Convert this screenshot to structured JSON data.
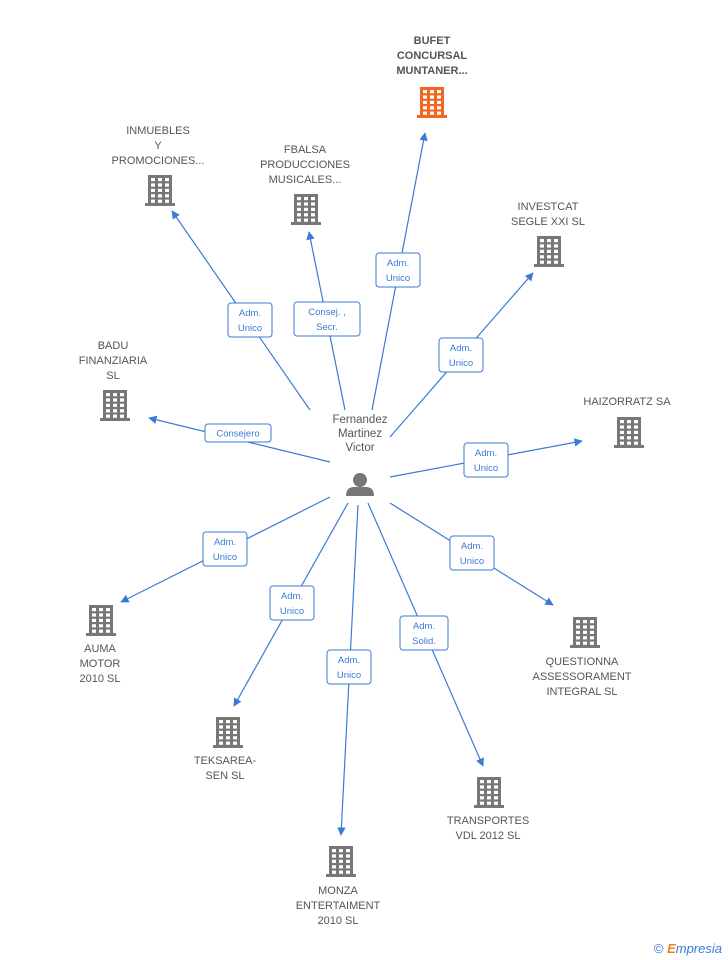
{
  "center": {
    "name_lines": [
      "Fernandez",
      "Martinez",
      "Victor"
    ],
    "icon": "person-icon"
  },
  "colors": {
    "edge": "#3a7bd5",
    "building": "#777777",
    "highlight": "#f26522"
  },
  "nodes": [
    {
      "id": "bufet",
      "lines": [
        "BUFET",
        "CONCURSAL",
        "MUNTANER..."
      ],
      "highlight": true,
      "role": [
        "Adm.",
        "Unico"
      ],
      "icon": "building-icon"
    },
    {
      "id": "inmuebles",
      "lines": [
        "INMUEBLES",
        "Y",
        "PROMOCIONES..."
      ],
      "highlight": false,
      "role": [
        "Adm.",
        "Unico"
      ],
      "icon": "building-icon"
    },
    {
      "id": "fbalsa",
      "lines": [
        "FBALSA",
        "PRODUCCIONES",
        "MUSICALES..."
      ],
      "highlight": false,
      "role": [
        "Consej. ,",
        "Secr."
      ],
      "icon": "building-icon"
    },
    {
      "id": "investcat",
      "lines": [
        "INVESTCAT",
        "SEGLE XXI SL"
      ],
      "highlight": false,
      "role": [
        "Adm.",
        "Unico"
      ],
      "icon": "building-icon"
    },
    {
      "id": "badu",
      "lines": [
        "BADU",
        "FINANZIARIA",
        "SL"
      ],
      "highlight": false,
      "role": [
        "Consejero"
      ],
      "icon": "building-icon"
    },
    {
      "id": "haizorratz",
      "lines": [
        "HAIZORRATZ SA"
      ],
      "highlight": false,
      "role": [
        "Adm.",
        "Unico"
      ],
      "icon": "building-icon"
    },
    {
      "id": "auma",
      "lines": [
        "AUMA",
        "MOTOR",
        "2010 SL"
      ],
      "highlight": false,
      "role": [
        "Adm.",
        "Unico"
      ],
      "icon": "building-icon"
    },
    {
      "id": "questionna",
      "lines": [
        "QUESTIONNA",
        "ASSESSORAMENT",
        "INTEGRAL SL"
      ],
      "highlight": false,
      "role": [
        "Adm.",
        "Unico"
      ],
      "icon": "building-icon"
    },
    {
      "id": "teksarea",
      "lines": [
        "TEKSAREA-",
        "SEN  SL"
      ],
      "highlight": false,
      "role": [
        "Adm.",
        "Unico"
      ],
      "icon": "building-icon"
    },
    {
      "id": "transportes",
      "lines": [
        "TRANSPORTES",
        "VDL 2012 SL"
      ],
      "highlight": false,
      "role": [
        "Adm.",
        "Solid."
      ],
      "icon": "building-icon"
    },
    {
      "id": "monza",
      "lines": [
        "MONZA",
        "ENTERTAIMENT",
        "2010 SL"
      ],
      "highlight": false,
      "role": [
        "Adm.",
        "Unico"
      ],
      "icon": "building-icon"
    }
  ],
  "watermark": {
    "symbol": "©",
    "brand_first": "E",
    "brand_rest": "mpresia"
  }
}
